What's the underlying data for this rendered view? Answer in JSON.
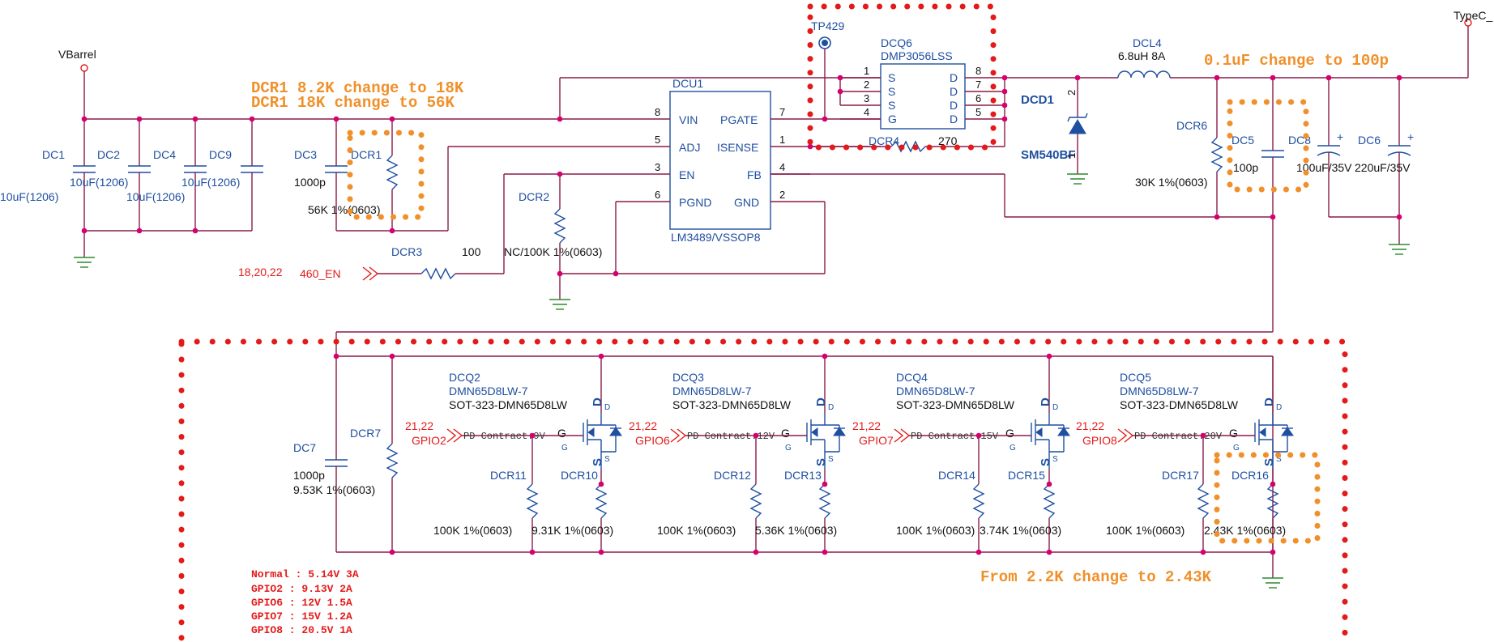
{
  "nets": {
    "vbarrel": "VBarrel",
    "typec": "TypeC_",
    "en_net": "460_EN",
    "en_refs": "18,20,22",
    "tp": "TP429"
  },
  "ic": {
    "ref": "DCU1",
    "part": "LM3489/VSSOP8",
    "pins_left": [
      {
        "num": "8",
        "name": "VIN"
      },
      {
        "num": "5",
        "name": "ADJ"
      },
      {
        "num": "3",
        "name": "EN"
      },
      {
        "num": "6",
        "name": "PGND"
      }
    ],
    "pins_right": [
      {
        "num": "7",
        "name": "PGATE"
      },
      {
        "num": "1",
        "name": "ISENSE"
      },
      {
        "num": "4",
        "name": "FB"
      },
      {
        "num": "2",
        "name": "GND"
      }
    ]
  },
  "pmos": {
    "ref": "DCQ6",
    "part": "DMP3056LSS",
    "pins_left": [
      {
        "num": "1",
        "name": "S"
      },
      {
        "num": "2",
        "name": "S"
      },
      {
        "num": "3",
        "name": "S"
      },
      {
        "num": "4",
        "name": "G"
      }
    ],
    "pins_right": [
      {
        "num": "8",
        "name": "D"
      },
      {
        "num": "7",
        "name": "D"
      },
      {
        "num": "6",
        "name": "D"
      },
      {
        "num": "5",
        "name": "D"
      }
    ]
  },
  "inductor": {
    "ref": "DCL4",
    "value": "6.8uH 8A"
  },
  "diode": {
    "ref": "DCD1",
    "part": "SM540BF",
    "pin_a": "2",
    "pin_k": "1"
  },
  "caps": {
    "dc1": {
      "ref": "DC1",
      "value": "10uF(1206)"
    },
    "dc2": {
      "ref": "DC2",
      "value": "10uF(1206)"
    },
    "dc4": {
      "ref": "DC4",
      "value": "10uF(1206)"
    },
    "dc9": {
      "ref": "DC9",
      "value": "10uF(1206)"
    },
    "dc3": {
      "ref": "DC3",
      "value": "1000p"
    },
    "dc5": {
      "ref": "DC5",
      "value": "100p"
    },
    "dc8": {
      "ref": "DC8",
      "value": "100uF/35V"
    },
    "dc6": {
      "ref": "DC6",
      "value": "220uF/35V"
    },
    "dc7": {
      "ref": "DC7",
      "value": "1000p"
    }
  },
  "resistors": {
    "dcr1": {
      "ref": "DCR1",
      "value": "56K 1%(0603)"
    },
    "dcr2": {
      "ref": "DCR2",
      "value": "NC/100K 1%(0603)"
    },
    "dcr3": {
      "ref": "DCR3",
      "value": "100"
    },
    "dcr4": {
      "ref": "DCR4",
      "value": "270"
    },
    "dcr6": {
      "ref": "DCR6",
      "value": "30K 1%(0603)"
    },
    "dcr7": {
      "ref": "DCR7",
      "value": "9.53K 1%(0603)"
    },
    "dcr11": {
      "ref": "DCR11",
      "value": "100K 1%(0603)"
    },
    "dcr10": {
      "ref": "DCR10",
      "value": "9.31K 1%(0603)"
    },
    "dcr12": {
      "ref": "DCR12",
      "value": "100K 1%(0603)"
    },
    "dcr13": {
      "ref": "DCR13",
      "value": "5.36K 1%(0603)"
    },
    "dcr14": {
      "ref": "DCR14",
      "value": "100K 1%(0603)"
    },
    "dcr15": {
      "ref": "DCR15",
      "value": "3.74K 1%(0603)"
    },
    "dcr17": {
      "ref": "DCR17",
      "value": "100K 1%(0603)"
    },
    "dcr16": {
      "ref": "DCR16",
      "value": "2.43K 1%(0603)"
    }
  },
  "fets": [
    {
      "ref": "DCQ2",
      "part": "DMN65D8LW-7",
      "pkg": "SOT-323-DMN65D8LW",
      "gpio": "GPIO2",
      "refs": "21,22",
      "contract": "PD Contract:9V"
    },
    {
      "ref": "DCQ3",
      "part": "DMN65D8LW-7",
      "pkg": "SOT-323-DMN65D8LW",
      "gpio": "GPIO6",
      "refs": "21,22",
      "contract": "PD Contract:12V"
    },
    {
      "ref": "DCQ4",
      "part": "DMN65D8LW-7",
      "pkg": "SOT-323-DMN65D8LW",
      "gpio": "GPIO7",
      "refs": "21,22",
      "contract": "PD Contract:15V"
    },
    {
      "ref": "DCQ5",
      "part": "DMN65D8LW-7",
      "pkg": "SOT-323-DMN65D8LW",
      "gpio": "GPIO8",
      "refs": "21,22",
      "contract": "PD Contract:20V"
    }
  ],
  "fet_pins": {
    "g": "G",
    "d": "D",
    "s": "S"
  },
  "annotations": {
    "dcr1_line1": "DCR1 8.2K change to 18K",
    "dcr1_line2": "DCR1 18K change to 56K",
    "cap_change": "0.1uF change to 100p",
    "res_change": "From 2.2K change to 2.43K"
  },
  "modes": [
    "Normal : 5.14V 3A",
    "GPIO2 : 9.13V 2A",
    "GPIO6 : 12V 1.5A",
    "GPIO7 : 15V 1.2A",
    "GPIO8 : 20.5V 1A"
  ],
  "colors": {
    "wire": "#8b1c4a",
    "part": "#1f4fa0",
    "highlight_red": "#e41a1a",
    "highlight_orange": "#f0902a",
    "ground": "#2d8a2d"
  }
}
